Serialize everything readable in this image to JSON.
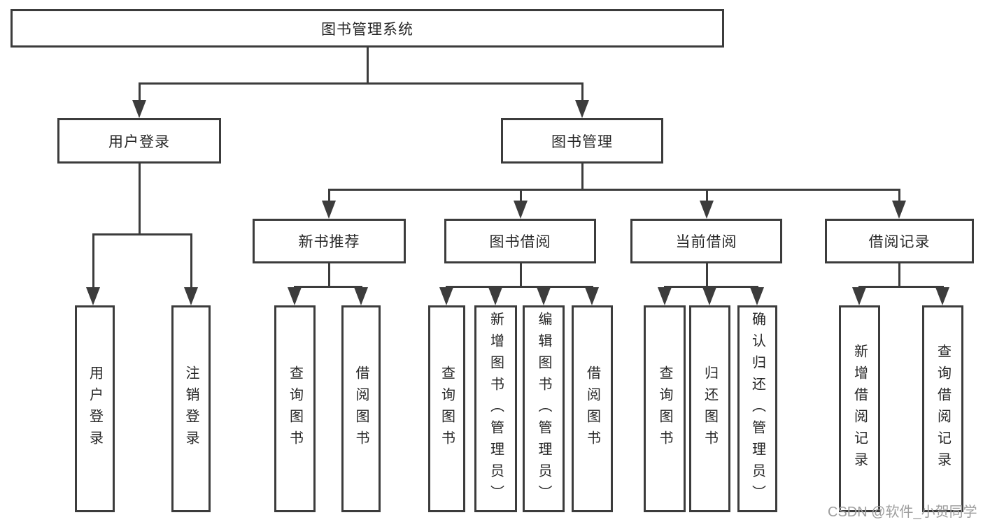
{
  "tree": {
    "root": {
      "label": "图书管理系统"
    },
    "branches": [
      {
        "label": "用户登录",
        "leaves": [
          {
            "label": "用户登录"
          },
          {
            "label": "注销登录"
          }
        ]
      },
      {
        "label": "图书管理",
        "groups": [
          {
            "label": "新书推荐",
            "leaves": [
              {
                "label": "查询图书"
              },
              {
                "label": "借阅图书"
              }
            ]
          },
          {
            "label": "图书借阅",
            "leaves": [
              {
                "label": "查询图书"
              },
              {
                "label": "新增图书（管理员）"
              },
              {
                "label": "编辑图书（管理员）"
              },
              {
                "label": "借阅图书"
              }
            ]
          },
          {
            "label": "当前借阅",
            "leaves": [
              {
                "label": "查询图书"
              },
              {
                "label": "归还图书"
              },
              {
                "label": "确认归还（管理员）"
              }
            ]
          },
          {
            "label": "借阅记录",
            "leaves": [
              {
                "label": "新增借阅记录"
              },
              {
                "label": "查询借阅记录"
              }
            ]
          }
        ]
      }
    ]
  },
  "watermark": "CSDN @软件_小贺同学",
  "colors": {
    "line": "#3c3c3c",
    "text": "#262626",
    "watermark": "#9e9e9e",
    "background": "#ffffff"
  }
}
